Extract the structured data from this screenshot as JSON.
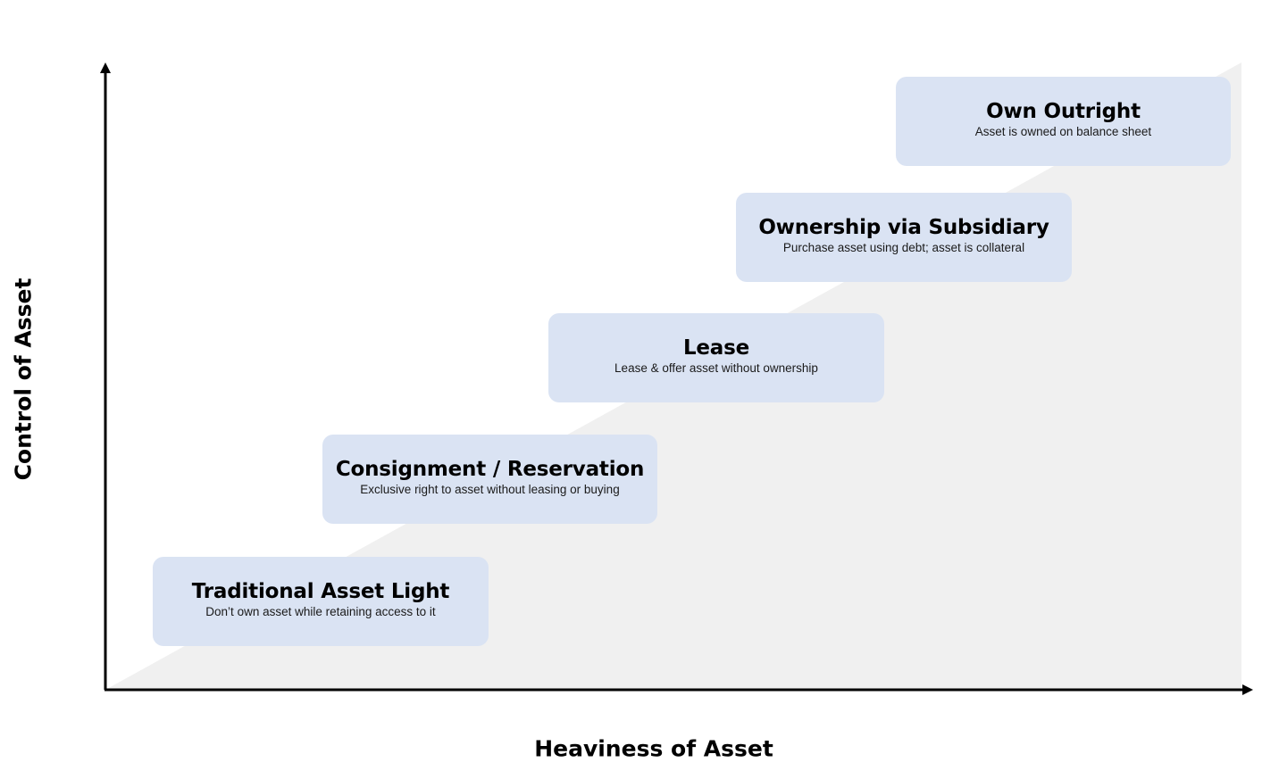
{
  "axes": {
    "x_label": "Heaviness of Asset",
    "y_label": "Control of Asset"
  },
  "colors": {
    "stage_fill": "#dae3f3",
    "background_wedge": "#f0f0f0",
    "axis_line": "#000000"
  },
  "stages": [
    {
      "title": "Traditional Asset Light",
      "description": "Don’t own asset while retaining access to it"
    },
    {
      "title": "Consignment / Reservation",
      "description": "Exclusive right to asset without leasing or buying"
    },
    {
      "title": "Lease",
      "description": "Lease & offer asset without ownership"
    },
    {
      "title": "Ownership via Subsidiary",
      "description": "Purchase asset using debt; asset is collateral"
    },
    {
      "title": "Own Outright",
      "description": "Asset is owned on balance sheet"
    }
  ]
}
